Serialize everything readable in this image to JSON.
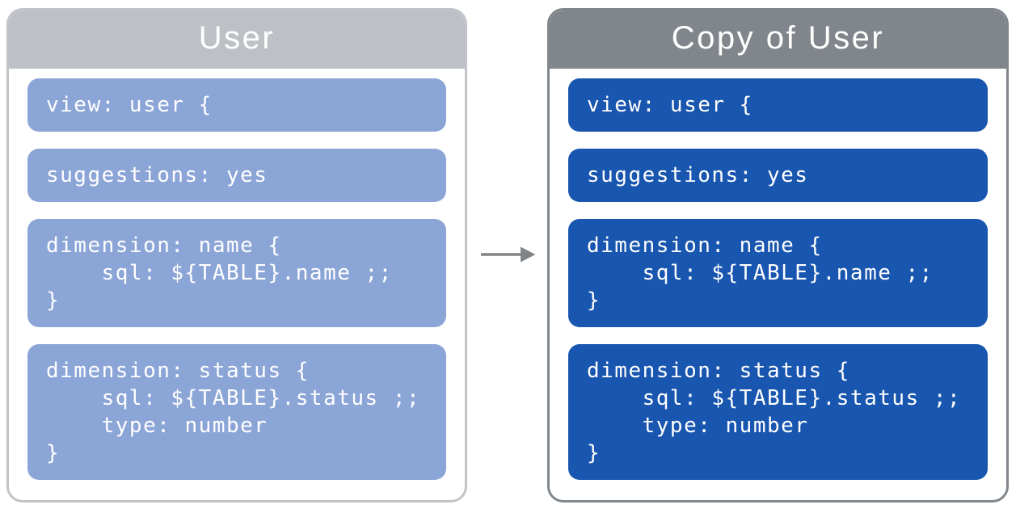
{
  "diagram": {
    "background_color": "#FFFFFF",
    "arrow": {
      "direction": "right",
      "color": "#808487"
    },
    "panels": [
      {
        "title": "User",
        "header_color": "#BDC1C6",
        "border_color": "#C0C4C8",
        "block_color": "#8CA5D7",
        "text_color": "#FFFFFF",
        "blocks": [
          {
            "lines": [
              "view: user {"
            ]
          },
          {
            "lines": [
              "suggestions: yes"
            ]
          },
          {
            "lines": [
              "dimension: name {",
              "    sql: ${TABLE}.name ;;",
              "}"
            ]
          },
          {
            "lines": [
              "dimension: status {",
              "    sql: ${TABLE}.status ;;",
              "    type: number",
              "}"
            ]
          }
        ]
      },
      {
        "title": "Copy of User",
        "header_color": "#80868B",
        "border_color": "#80868B",
        "block_color": "#1956B0",
        "text_color": "#FFFFFF",
        "blocks": [
          {
            "lines": [
              "view: user {"
            ]
          },
          {
            "lines": [
              "suggestions: yes"
            ]
          },
          {
            "lines": [
              "dimension: name {",
              "    sql: ${TABLE}.name ;;",
              "}"
            ]
          },
          {
            "lines": [
              "dimension: status {",
              "    sql: ${TABLE}.status ;;",
              "    type: number",
              "}"
            ]
          }
        ]
      }
    ]
  }
}
